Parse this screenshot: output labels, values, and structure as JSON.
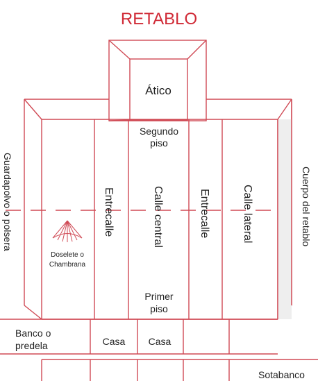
{
  "title": "RETABLO",
  "labels": {
    "atico": "Ático",
    "segundo_piso_1": "Segundo",
    "segundo_piso_2": "piso",
    "primer_piso_1": "Primer",
    "primer_piso_2": "piso",
    "entrecalle_left": "Entrecalle",
    "calle_central": "Calle central",
    "entrecalle_right": "Entrecalle",
    "calle_lateral": "Calle lateral",
    "guardapolvo": "Guardapolvo o polsera",
    "cuerpo": "Cuerpo del retablo",
    "doselete_1": "Doselete o",
    "doselete_2": "Chambrana",
    "banco_1": "Banco o",
    "banco_2": "predela",
    "casa_left": "Casa",
    "casa_right": "Casa",
    "sotabanco": "Sotabanco"
  },
  "colors": {
    "line": "#d04a55",
    "title": "#d02a36",
    "text": "#222222",
    "shade": "#eeeeee"
  },
  "icons": {
    "doselete": "shell-fan-icon"
  }
}
